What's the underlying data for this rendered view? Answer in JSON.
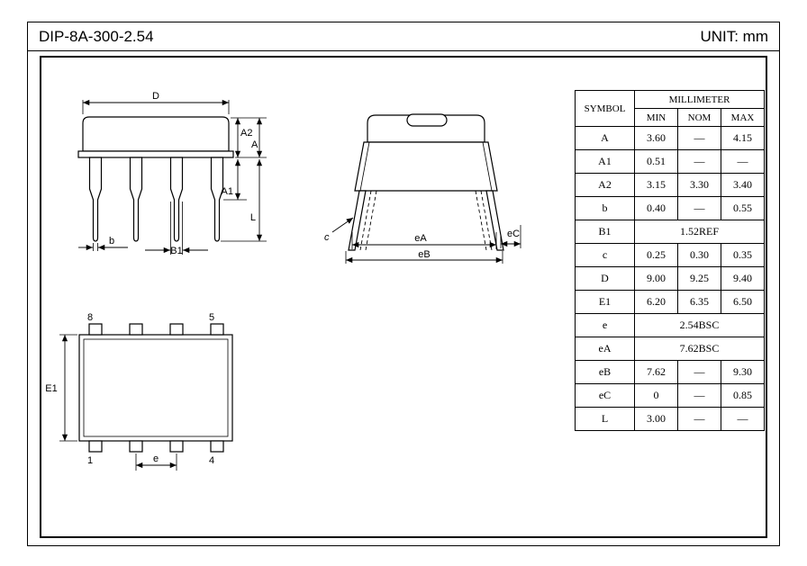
{
  "header": {
    "title": "DIP-8A-300-2.54",
    "unit": "UNIT: mm"
  },
  "table": {
    "symbol_header": "SYMBOL",
    "unit_header": "MILLIMETER",
    "col_headers": [
      "MIN",
      "NOM",
      "MAX"
    ],
    "rows": [
      {
        "symbol": "A",
        "min": "3.60",
        "nom": "—",
        "max": "4.15"
      },
      {
        "symbol": "A1",
        "min": "0.51",
        "nom": "—",
        "max": "—"
      },
      {
        "symbol": "A2",
        "min": "3.15",
        "nom": "3.30",
        "max": "3.40"
      },
      {
        "symbol": "b",
        "min": "0.40",
        "nom": "—",
        "max": "0.55"
      },
      {
        "symbol": "B1",
        "span": "1.52REF"
      },
      {
        "symbol": "c",
        "min": "0.25",
        "nom": "0.30",
        "max": "0.35"
      },
      {
        "symbol": "D",
        "min": "9.00",
        "nom": "9.25",
        "max": "9.40"
      },
      {
        "symbol": "E1",
        "min": "6.20",
        "nom": "6.35",
        "max": "6.50"
      },
      {
        "symbol": "e",
        "span": "2.54BSC"
      },
      {
        "symbol": "eA",
        "span": "7.62BSC"
      },
      {
        "symbol": "eB",
        "min": "7.62",
        "nom": "—",
        "max": "9.30"
      },
      {
        "symbol": "eC",
        "min": "0",
        "nom": "—",
        "max": "0.85"
      },
      {
        "symbol": "L",
        "min": "3.00",
        "nom": "—",
        "max": "—"
      }
    ]
  },
  "labels": {
    "front": {
      "D": "D",
      "A2": "A2",
      "A": "A",
      "A1": "A1",
      "L": "L",
      "b": "b",
      "B1": "B1"
    },
    "side": {
      "c": "c",
      "eA": "eA",
      "eB": "eB",
      "eC": "eC"
    },
    "bottom": {
      "E1": "E1",
      "e": "e",
      "pin8": "8",
      "pin5": "5",
      "pin1": "1",
      "pin4": "4"
    }
  }
}
